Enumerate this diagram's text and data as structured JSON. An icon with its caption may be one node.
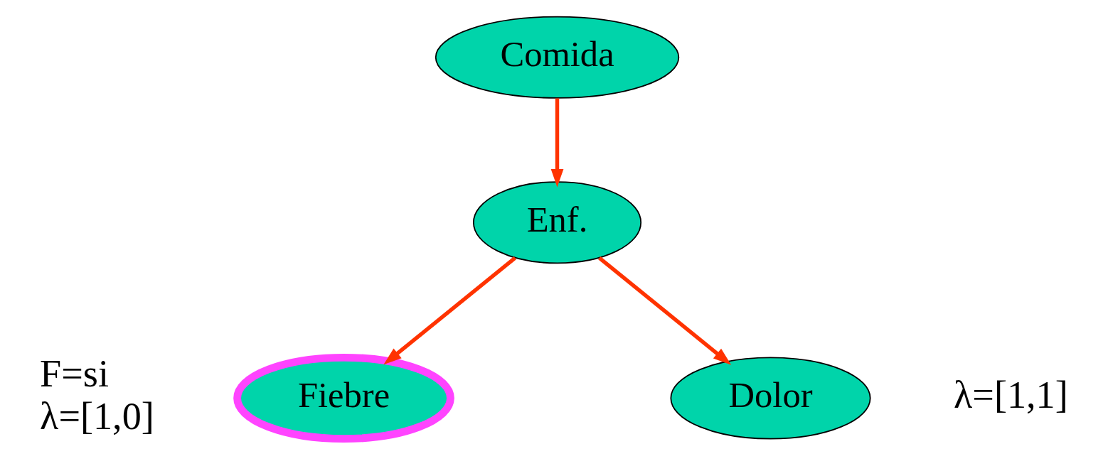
{
  "diagram": {
    "nodes": [
      {
        "text": [
          "Comida"
        ]
      },
      {
        "text": [
          "Enf."
        ]
      },
      {
        "text": [
          "Fiebre"
        ],
        "beside": [
          "F=si",
          "λ=[1,0]"
        ]
      },
      {
        "text": [
          "Dolor"
        ],
        "beside": [
          "λ=[1,1]"
        ]
      }
    ],
    "edges": [
      {
        "from": 0,
        "to": 1,
        "arrow": "to"
      },
      {
        "from": 1,
        "to": 2,
        "arrow": "to"
      },
      {
        "from": 1,
        "to": 3,
        "arrow": "to"
      }
    ]
  }
}
